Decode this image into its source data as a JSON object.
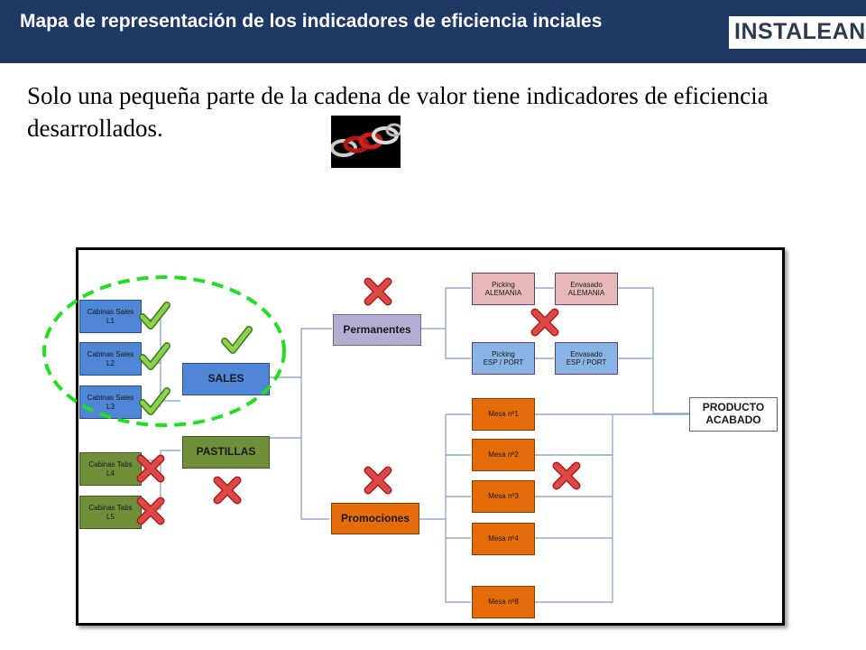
{
  "header": {
    "title": "Mapa de representación de los indicadores de eficiencia inciales",
    "logo_text": "INSTALEAN"
  },
  "subtitle": "Solo una pequeña parte de la cadena de valor tiene indicadores de eficiencia desarrollados.",
  "colors": {
    "header_bg": "#1f3864",
    "check": "#7ac142",
    "cross": "#d9302f",
    "dashed_ellipse": "#22dd22"
  },
  "icons": [
    "chain-broken-image",
    "check-icon",
    "cross-icon"
  ],
  "diagram": {
    "cabinas_sales": [
      "Cabinas Sales\nL1",
      "Cabinas Sales\nL2",
      "Cabinas Sales\nL3"
    ],
    "cabinas_tabs": [
      "Cabinas Tabs\nL4",
      "Cabinas Tabs\nL5"
    ],
    "sales": "SALES",
    "pastillas": "PASTILLAS",
    "permanentes": "Permanentes",
    "promociones": "Promociones",
    "picking_alemania": "Picking\nALEMANIA",
    "envasado_alemania": "Envasado\nALEMANIA",
    "picking_esp": "Picking\nESP / PORT",
    "envasado_esp": "Envasado\nESP / PORT",
    "mesas": [
      "Mesa nº1",
      "Mesa nº2",
      "Mesa nº3",
      "Mesa nº4",
      "Mesa nº8"
    ],
    "producto": "PRODUCTO\nACABADO"
  }
}
